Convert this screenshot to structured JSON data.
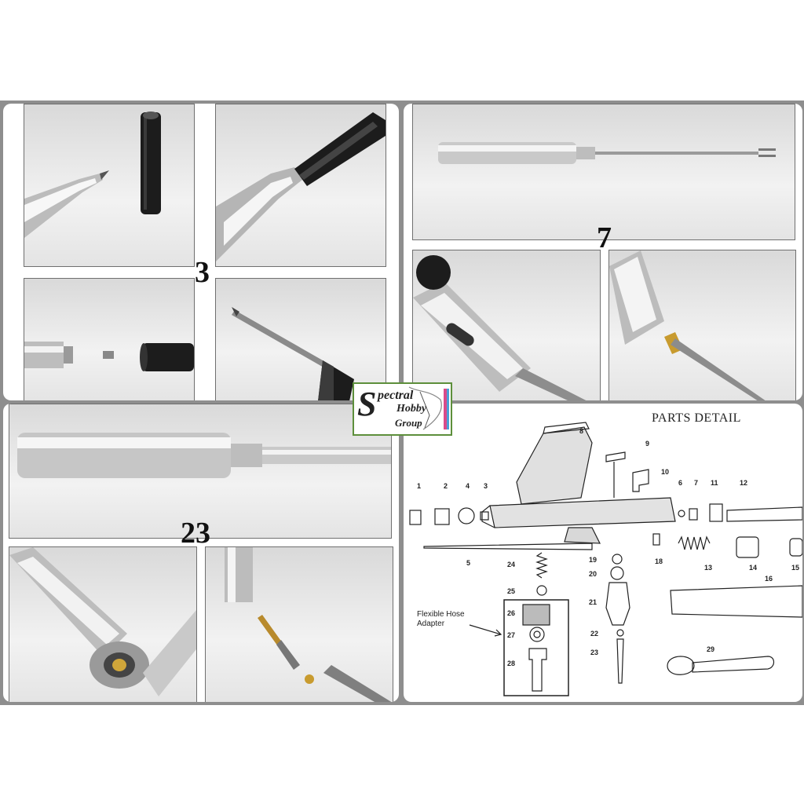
{
  "step_numbers": {
    "step_a": "3",
    "step_b": "7",
    "step_c": "23"
  },
  "logo": {
    "word1": "pectral",
    "word2": "Hobby",
    "word3": "Group",
    "initial": "S"
  },
  "diagram": {
    "title": "PARTS DETAIL",
    "hose_label": "Flexible Hose Adapter",
    "part_numbers": [
      "1",
      "2",
      "3",
      "4",
      "5",
      "6",
      "7",
      "8",
      "9",
      "10",
      "11",
      "12",
      "13",
      "14",
      "15",
      "16",
      "18",
      "19",
      "20",
      "21",
      "22",
      "23",
      "24",
      "25",
      "26",
      "27",
      "28",
      "29"
    ]
  },
  "colors": {
    "frame": "#8e8e8e",
    "logo_border": "#5d8f3b"
  }
}
